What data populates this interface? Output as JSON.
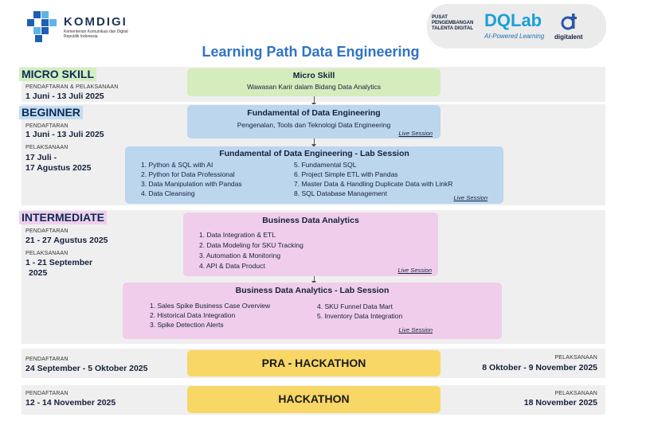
{
  "header": {
    "brand_name": "KOMDIGI",
    "brand_sub": "Kementerian Komunikasi dan Digital Republik Indonesia",
    "partner_1": "PUSAT PENGEMBANGAN TALENTA DIGITAL",
    "dqlab_name": "DQLab",
    "dqlab_tag": "AI-Powered Learning",
    "digitalent": "digitalent",
    "title": "Learning Path Data Engineering"
  },
  "colors": {
    "title": "#2f73c4",
    "micro": "#d5ecbc",
    "beginner": "#bcd6ee",
    "intermediate": "#f0cdea",
    "hackathon": "#f8d766",
    "band": "#efefef"
  },
  "micro": {
    "level": "MICRO SKILL",
    "reg_label": "PENDAFTARAN & PELAKSANAAN",
    "reg_date": "1 Juni - 13 Juli 2025",
    "box_title": "Micro Skill",
    "box_sub": "Wawasan Karir dalam Bidang Data Analytics"
  },
  "beginner": {
    "level": "BEGINNER",
    "reg_label": "PENDAFTARAN",
    "reg_date": "1 Juni - 13 Juli 2025",
    "exec_label": "PELAKSANAAN",
    "exec_date_1": "17 Juli -",
    "exec_date_2": "17 Agustus 2025",
    "box_title": "Fundamental of Data Engineering",
    "box_sub": "Pengenalan, Tools dan Teknologi Data Engineering",
    "box_live": "Live Session",
    "lab_title": "Fundamental of Data Engineering - Lab Session",
    "lab_items_left": [
      "1. Python & SQL with AI",
      "2. Python for Data Professional",
      "3. Data Manipulation with Pandas",
      "4. Data Cleansing"
    ],
    "lab_items_right": [
      "5. Fundamental SQL",
      "6. Project Simple ETL with Pandas",
      "7. Master Data & Handling Duplicate Data with LinkR",
      "8. SQL Database Management"
    ],
    "lab_live": "Live Session"
  },
  "intermediate": {
    "level": "INTERMEDIATE",
    "reg_label": "PENDAFTARAN",
    "reg_date": "21 - 27 Agustus 2025",
    "exec_label": "PELAKSANAAN",
    "exec_date_1": "1 - 21 September",
    "exec_date_2": "2025",
    "box_title": "Business Data Analytics",
    "box_items": [
      "1. Data Integration & ETL",
      "2. Data Modeling for SKU Tracking",
      "3. Automation & Monitoring",
      "4. API & Data Product"
    ],
    "box_live": "Live Session",
    "lab_title": "Business Data Analytics - Lab Session",
    "lab_items_left": [
      "1. Sales Spike Business Case Overview",
      "2. Historical Data Integration",
      "3. Spike Detection Alerts"
    ],
    "lab_items_right": [
      "4. SKU Funnel Data Mart",
      "5. Inventory Data Integration"
    ],
    "lab_live": "Live Session"
  },
  "pra_hackathon": {
    "reg_label": "PENDAFTARAN",
    "reg_date": "24 September - 5 Oktober 2025",
    "title": "PRA - HACKATHON",
    "exec_label": "PELAKSANAAN",
    "exec_date": "8 Oktober - 9 November 2025"
  },
  "hackathon": {
    "reg_label": "PENDAFTARAN",
    "reg_date": "12 - 14 November 2025",
    "title": "HACKATHON",
    "exec_label": "PELAKSANAAN",
    "exec_date": "18 November 2025"
  }
}
